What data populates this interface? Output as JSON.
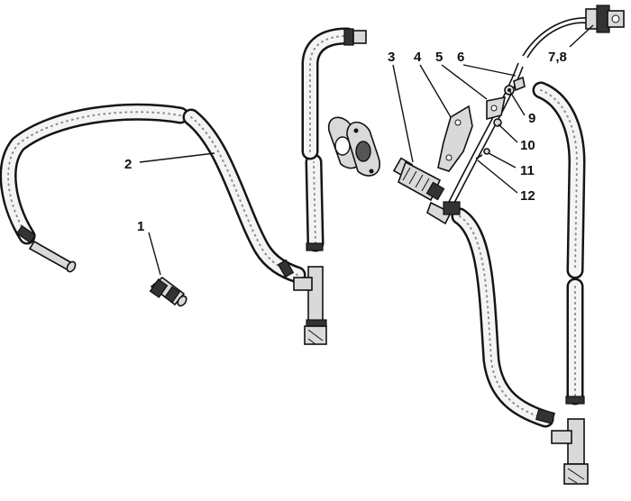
{
  "callouts": {
    "c1": "1",
    "c2": "2",
    "c3": "3",
    "c4": "4",
    "c5": "5",
    "c6": "6",
    "c78": "7,8",
    "c9": "9",
    "c10": "10",
    "c11": "11",
    "c12": "12"
  },
  "colors": {
    "ink": "#111111",
    "paper": "#ffffff"
  }
}
